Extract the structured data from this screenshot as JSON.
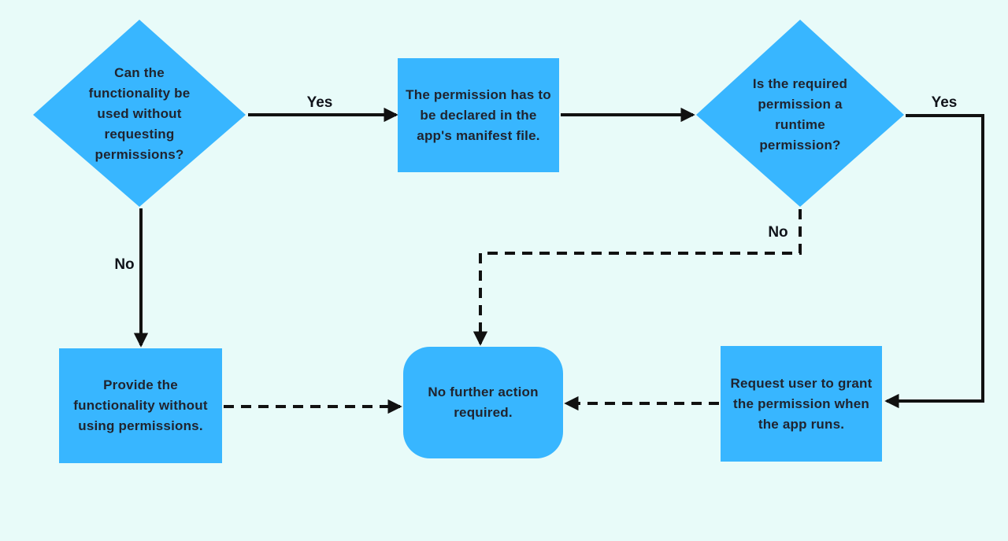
{
  "diagram": {
    "type": "flowchart",
    "topic": "App permission handling flow",
    "colors": {
      "background": "#e8fbf9",
      "node_fill": "#38b6ff",
      "connector": "#111111",
      "node_text": "#20242f",
      "label_text": "#10131a"
    },
    "nodes": [
      {
        "id": "q-use-without-permissions",
        "type": "decision",
        "text": "Can the\nfunctionality be\nused without\nrequesting\npermissions?"
      },
      {
        "id": "declare-in-manifest",
        "type": "process",
        "text": "The permission has to\nbe declared in the\napp's manifest file."
      },
      {
        "id": "q-runtime-permission",
        "type": "decision",
        "text": "Is the required\npermission a\nruntime\npermission?"
      },
      {
        "id": "provide-without-permissions",
        "type": "process",
        "text": "Provide the\nfunctionality without\nusing permissions."
      },
      {
        "id": "no-further-action",
        "type": "terminator",
        "text": "No further action\nrequired."
      },
      {
        "id": "request-user-grant",
        "type": "process",
        "text": "Request user to grant\nthe permission when\nthe app runs."
      }
    ],
    "edges": [
      {
        "from": "q-use-without-permissions",
        "to": "declare-in-manifest",
        "label": "Yes",
        "style": "solid"
      },
      {
        "from": "declare-in-manifest",
        "to": "q-runtime-permission",
        "label": "",
        "style": "solid"
      },
      {
        "from": "q-use-without-permissions",
        "to": "provide-without-permissions",
        "label": "No",
        "style": "solid"
      },
      {
        "from": "q-runtime-permission",
        "to": "request-user-grant",
        "label": "Yes",
        "style": "solid"
      },
      {
        "from": "q-runtime-permission",
        "to": "no-further-action",
        "label": "No",
        "style": "dashed"
      },
      {
        "from": "provide-without-permissions",
        "to": "no-further-action",
        "label": "",
        "style": "dashed"
      },
      {
        "from": "request-user-grant",
        "to": "no-further-action",
        "label": "",
        "style": "dashed"
      }
    ]
  }
}
